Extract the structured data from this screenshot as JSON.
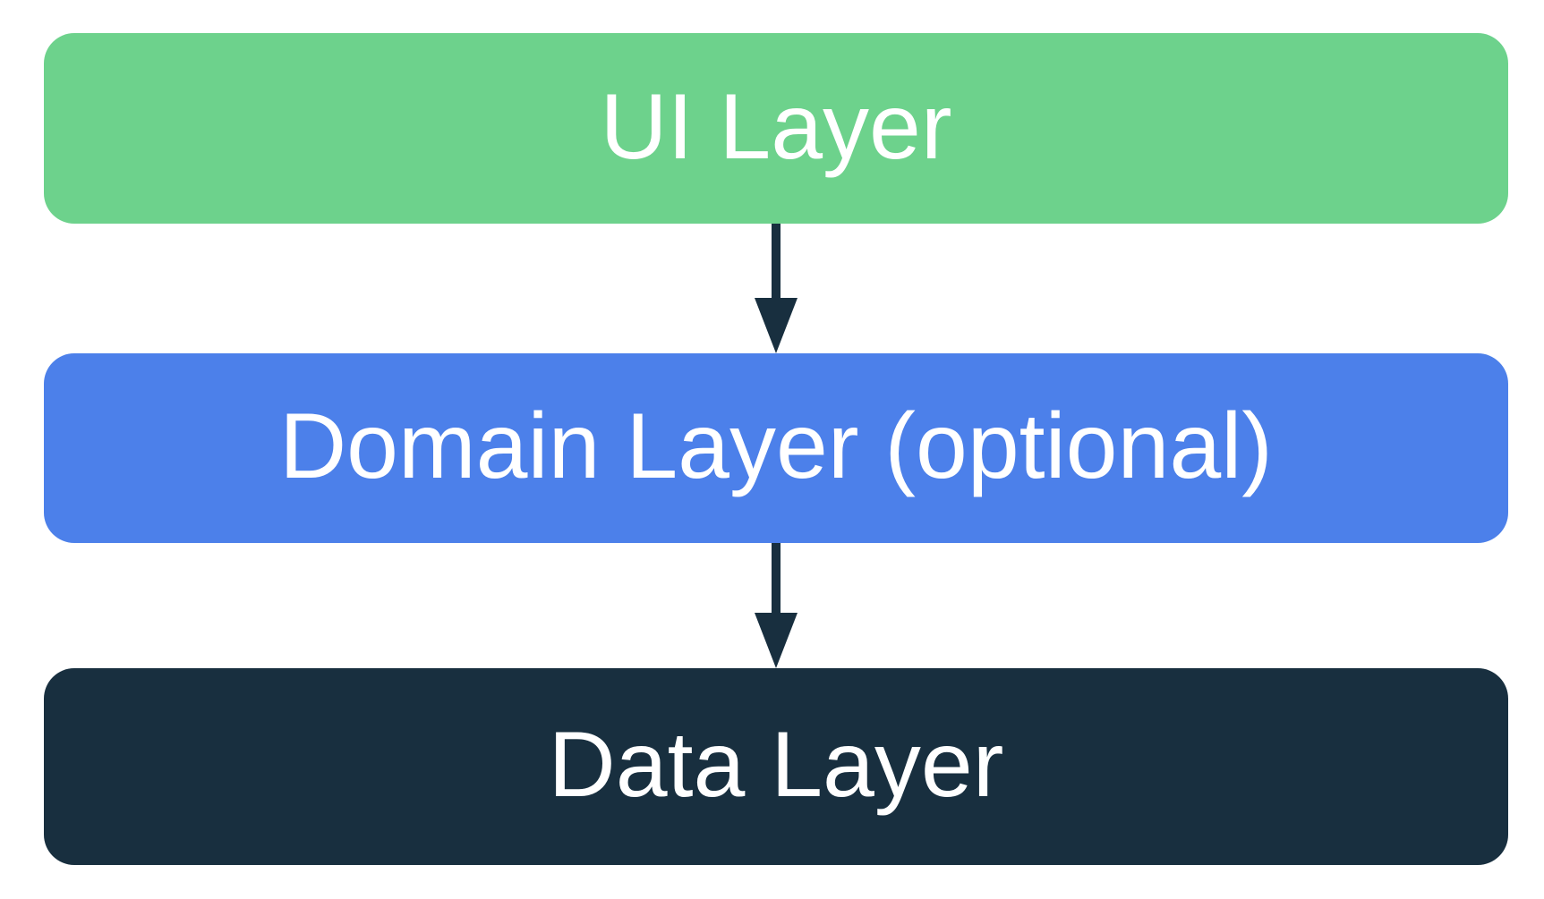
{
  "diagram": {
    "background_color": "#ffffff",
    "arrow_color": "#182f3f",
    "nodes": [
      {
        "id": "ui",
        "label": "UI Layer",
        "fill_color": "#6dd28c",
        "text_color": "#ffffff"
      },
      {
        "id": "domain",
        "label": "Domain Layer (optional)",
        "fill_color": "#4c80ea",
        "text_color": "#ffffff"
      },
      {
        "id": "data",
        "label": "Data Layer",
        "fill_color": "#182f3f",
        "text_color": "#ffffff"
      }
    ],
    "edges": [
      {
        "from": "ui",
        "to": "domain",
        "direction": "down"
      },
      {
        "from": "domain",
        "to": "data",
        "direction": "down"
      }
    ]
  }
}
